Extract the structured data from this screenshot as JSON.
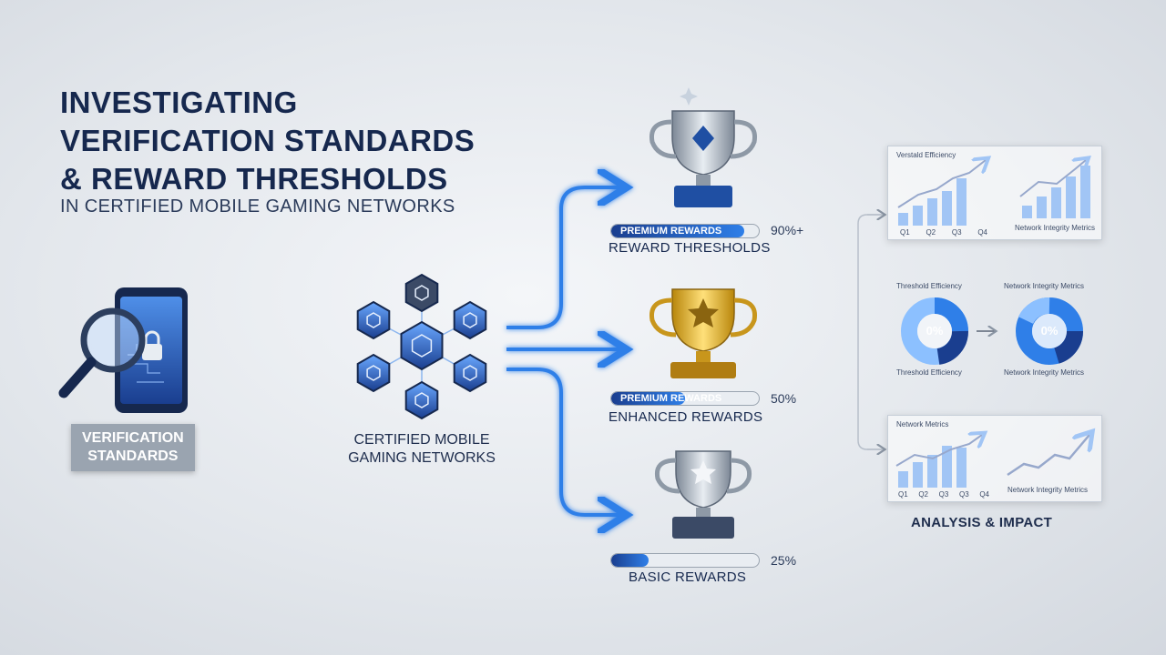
{
  "title_lines": [
    "INVESTIGATING",
    "VERIFICATION STANDARDS",
    "& REWARD THRESHOLDS"
  ],
  "subtitle": "IN CERTIFIED MOBILE GAMING NETWORKS",
  "verification": {
    "label_line1": "VERIFICATION",
    "label_line2": "STANDARDS"
  },
  "network": {
    "label_line1": "CERTIFIED MOBILE",
    "label_line2": "GAMING NETWORKS"
  },
  "tiers": [
    {
      "bar_text": "PREMIUM REWARDS",
      "fill": 0.9,
      "pct": "90%+",
      "caption": "REWARD THRESHOLDS",
      "trophy_color": "#9aa7b6"
    },
    {
      "bar_text": "PREMIUM REWARDS",
      "fill": 0.5,
      "pct": "50%",
      "caption": "ENHANCED REWARDS",
      "trophy_color": "#d9a520"
    },
    {
      "bar_text": "",
      "fill": 0.25,
      "pct": "25%",
      "caption": "BASIC REWARDS",
      "trophy_color": "#a9b3c0"
    }
  ],
  "analysis": {
    "panel_top": {
      "left_label": "Verstald Efficiency",
      "right_label": "Network Integrity Metrics",
      "ticks": [
        "Q1",
        "Q2",
        "Q3",
        "Q4"
      ]
    },
    "donuts": {
      "left_top": "Threshold Efficiency",
      "right_top": "Network Integrity Metrics",
      "left_value": "0%",
      "right_value": "0%",
      "left_bottom": "Threshold Efficiency",
      "right_bottom": "Network Integrity Metrics"
    },
    "panel_bottom": {
      "left_label": "Network Metrics",
      "right_label": "Network Integrity Metrics",
      "ticks": [
        "Q1",
        "Q2",
        "Q3",
        "Q3",
        "Q4"
      ]
    },
    "caption": "ANALYSIS & IMPACT"
  },
  "colors": {
    "accent": "#2f7fe8",
    "navy": "#16284e",
    "gold": "#d9a520"
  }
}
